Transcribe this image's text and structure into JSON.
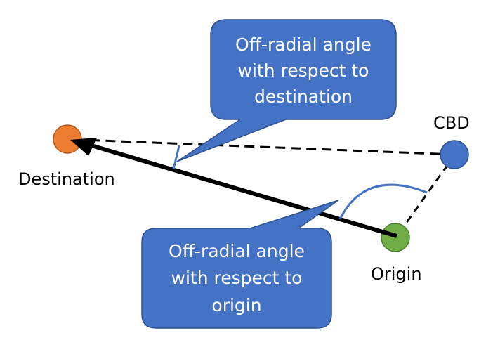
{
  "colors": {
    "callout_fill": "#4472c4",
    "callout_stroke": "#2f528f",
    "destination_fill": "#ed7d31",
    "destination_stroke": "#ae5a21",
    "cbd_fill": "#4472c4",
    "cbd_stroke": "#2f528f",
    "origin_fill": "#70ad47",
    "origin_stroke": "#507e32",
    "arc": "#4472c4",
    "line": "#000000"
  },
  "nodes": {
    "destination": {
      "label": "Destination"
    },
    "cbd": {
      "label": "CBD"
    },
    "origin": {
      "label": "Origin"
    }
  },
  "callouts": {
    "destination_angle": {
      "lines": [
        "Off-radial angle",
        "with respect to",
        "destination"
      ]
    },
    "origin_angle": {
      "lines": [
        "Off-radial angle",
        "with respect to",
        "origin"
      ]
    }
  }
}
